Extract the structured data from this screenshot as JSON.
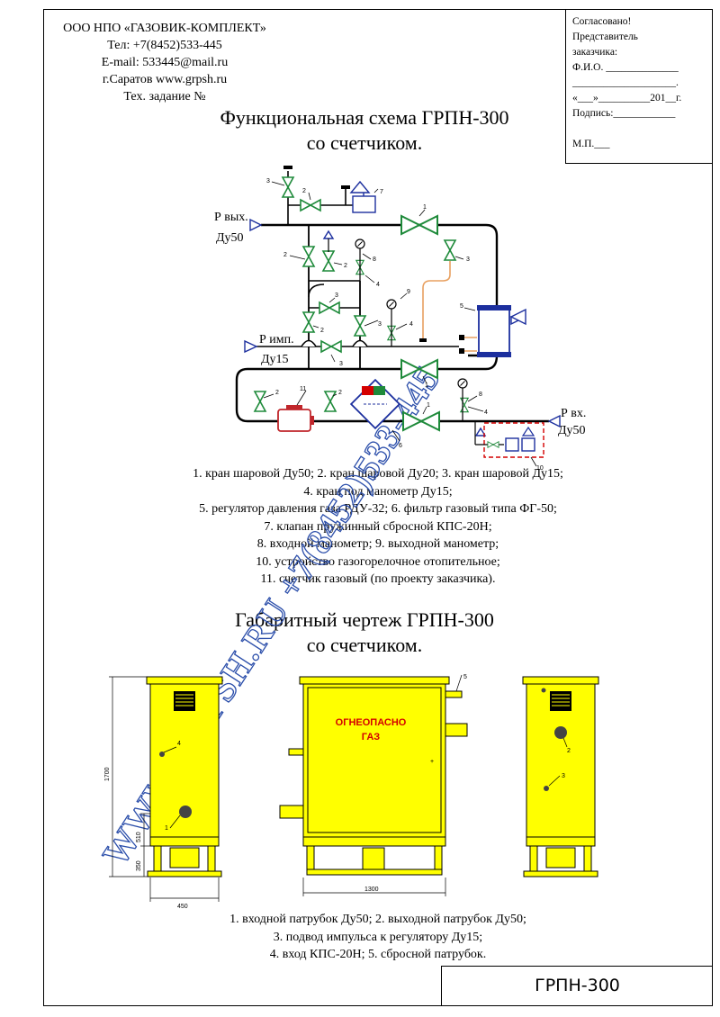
{
  "company": {
    "name": "ООО НПО «ГАЗОВИК-КОМПЛЕКТ»",
    "phone": "Тел: +7(8452)533-445",
    "email": "E-mail: 533445@mail.ru",
    "city_site": "г.Саратов  www.grpsh.ru",
    "tech_task": "Тех. задание №"
  },
  "approval": {
    "agreed": "Согласовано!",
    "representative": "Представитель",
    "customer": "заказчика:",
    "fio": "Ф.И.О. ______________",
    "blank_line": "____________________.",
    "date": "«___»__________201__г.",
    "signature": "Подпись:____________",
    "seal": "М.П.___"
  },
  "scheme": {
    "title_line1": "Функциональная схема ГРПН-300",
    "title_line2": "со счетчиком.",
    "p_out": "Р вых.",
    "dn50_out": "Ду50",
    "p_imp": "Р имп.",
    "dn15": "Ду15",
    "p_in": "Р вх.",
    "dn50_in": "Ду50",
    "callouts": {
      "n1": "1",
      "n2": "2",
      "n3": "3",
      "n4": "4",
      "n5": "5",
      "n6": "6",
      "n7": "7",
      "n8": "8",
      "n9": "9",
      "n10": "10",
      "n11": "11"
    }
  },
  "legend": [
    "1. кран шаровой Ду50; 2. кран шаровой Ду20; 3. кран шаровой Ду15;",
    "4. кран под манометр Ду15;",
    "5. регулятор давления газа РДУ-32;  6. фильтр газовый типа ФГ-50;",
    "7. клапан пружинный сбросной КПС-20Н;",
    "8. входной манометр; 9. выходной манометр;",
    "10. устройство газогорелочное отопительное;",
    "11. счетчик газовый (по проекту заказчика)."
  ],
  "drawing": {
    "title_line1": "Габаритный чертеж ГРПН-300",
    "title_line2": "со счетчиком.",
    "warning_line1": "ОГНЕОПАСНО",
    "warning_line2": "ГАЗ",
    "dim_height": "1700",
    "dim_510": "510",
    "dim_350": "350",
    "dim_depth": "450",
    "dim_width": "1300",
    "labels": {
      "d1": "1",
      "d2": "2",
      "d3": "3",
      "d4": "4",
      "d5": "5"
    }
  },
  "drawing_legend": [
    "1. входной патрубок Ду50; 2. выходной патрубок Ду50;",
    "3. подвод импульса к регулятору Ду15;",
    "4. вход КПС-20Н;  5. сбросной патрубок."
  ],
  "stamp": "ГРПН-300",
  "watermark": "WWW.GRPSH.RU +7(8452)533-445",
  "colors": {
    "cabinet_yellow": "#ffff00",
    "valve_green": "#1e8a3a",
    "signal_blue": "#1c2f9e",
    "meter_red": "#c0262b",
    "warning_red": "#d40000",
    "impulse_orange": "#e8a060"
  }
}
